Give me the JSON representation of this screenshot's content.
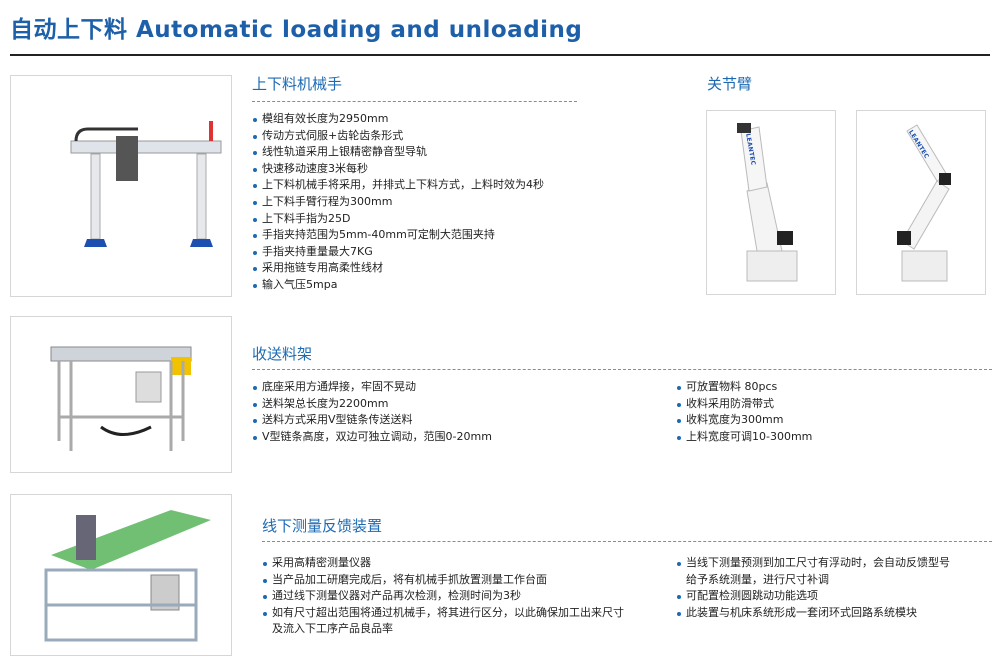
{
  "header": {
    "title": "自动上下料 Automatic loading and unloading"
  },
  "sections": [
    {
      "title": "上下料机械手",
      "items": [
        "模组有效长度为2950mm",
        "传动方式伺服+齿轮齿条形式",
        "线性轨道采用上银精密静音型导轨",
        "快速移动速度3米每秒",
        "上下料机械手将采用，并排式上下料方式，上料时效为4秒",
        "上下料手臂行程为300mm",
        "上下料手指为25D",
        "手指夹持范围为5mm-40mm可定制大范围夹持",
        "手指夹持重量最大7KG",
        "采用拖链专用高柔性线材",
        "输入气压5mpa"
      ]
    },
    {
      "title": "收送料架",
      "items_left": [
        "底座采用方通焊接，牢固不晃动",
        "送料架总长度为2200mm",
        "送料方式采用V型链条传送送料",
        "V型链条高度，双边可独立调动，范围0-20mm"
      ],
      "items_right": [
        "可放置物料 80pcs",
        "收料采用防滑带式",
        "收料宽度为300mm",
        "上料宽度可调10-300mm"
      ]
    },
    {
      "title": "线下测量反馈装置",
      "items_left": [
        "采用高精密测量仪器",
        "当产品加工研磨完成后，将有机械手抓放置测量工作台面",
        "通过线下测量仪器对产品再次检测，检测时间为3秒",
        "如有尺寸超出范围将通过机械手，将其进行区分，以此确保加工出来尺寸及流入下工序产品良品率"
      ],
      "items_right": [
        "当线下测量预测到加工尺寸有浮动时，会自动反馈型号给予系统测量，进行尺寸补调",
        "可配置检测圆跳动功能选项",
        "此装置与机床系统形成一套闭环式回路系统模块"
      ]
    }
  ],
  "joint_arm": {
    "title": "关节臂",
    "brand": "LEANTEC"
  }
}
